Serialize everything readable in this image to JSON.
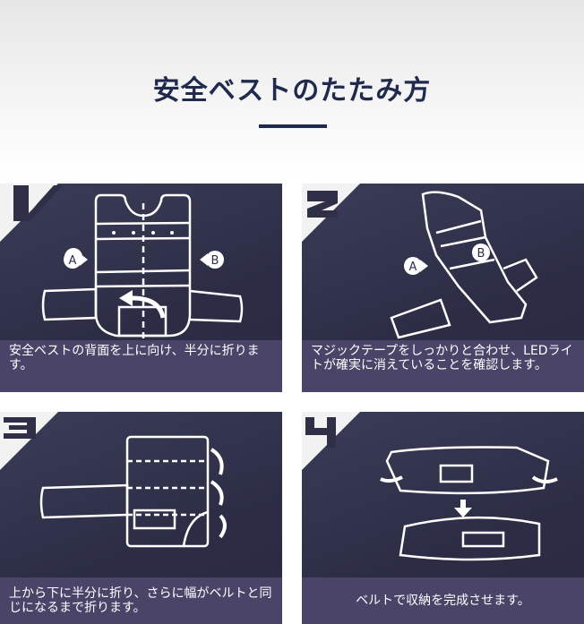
{
  "title": "安全ベストのたたみ方",
  "steps": [
    {
      "number": "1",
      "caption": "安全ベストの背面を上に向け、半分に折ります。",
      "labels": [
        "A",
        "B"
      ]
    },
    {
      "number": "2",
      "caption": "マジックテープをしっかりと合わせ、LEDライトが確実に消えていることを確認します。",
      "labels": [
        "A",
        "B"
      ]
    },
    {
      "number": "3",
      "caption": "上から下に半分に折り、さらに幅がベルトと同じになるまで折ります。"
    },
    {
      "number": "4",
      "caption": "ベルトで収納を完成させます。"
    }
  ],
  "colors": {
    "title": "#1f2a4d",
    "panel": "#2f3048",
    "caption_bg": "#4a4468"
  }
}
